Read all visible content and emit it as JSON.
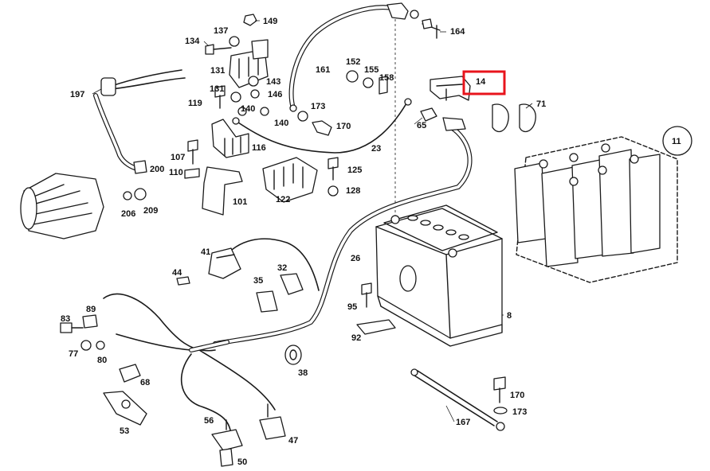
{
  "labels": {
    "l149": "149",
    "l137": "137",
    "l134": "134",
    "l131": "131",
    "l143": "143",
    "l146": "146",
    "l131b": "131",
    "l119": "119",
    "l140a": "140",
    "l140b": "140",
    "l161": "161",
    "l152": "152",
    "l155": "155",
    "l158": "158",
    "l173a": "173",
    "l170a": "170",
    "l164": "164",
    "l14": "14",
    "l71": "71",
    "l65": "65",
    "l11": "11",
    "l197": "197",
    "l107": "107",
    "l110": "110",
    "l116": "116",
    "l200": "200",
    "l206": "206",
    "l209": "209",
    "l101": "101",
    "l125": "125",
    "l128": "128",
    "l122": "122",
    "l23": "23",
    "l26": "26",
    "l41": "41",
    "l44": "44",
    "l32": "32",
    "l35": "35",
    "l83": "83",
    "l89": "89",
    "l77": "77",
    "l80": "80",
    "l68": "68",
    "l38": "38",
    "l95": "95",
    "l92": "92",
    "l8": "8",
    "l53": "53",
    "l56": "56",
    "l47": "47",
    "l50": "50",
    "l167": "167",
    "l170b": "170",
    "l173b": "173"
  },
  "highlight": {
    "part_number": "14",
    "color": "#e8141c"
  }
}
